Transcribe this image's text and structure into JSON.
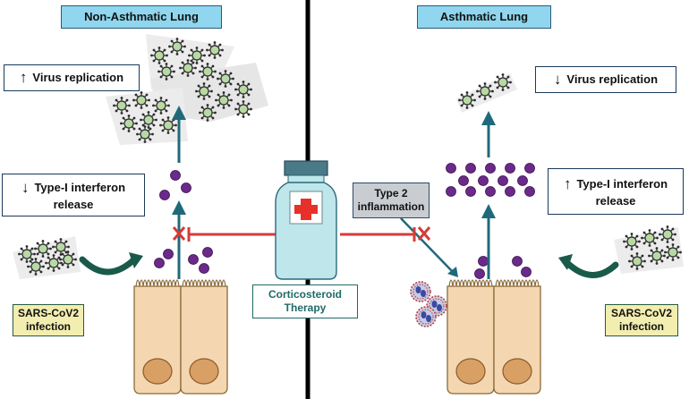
{
  "left": {
    "title": "Non-Asthmatic Lung",
    "virus_box": {
      "arrow": "↑",
      "text": "Virus replication"
    },
    "interferon_box": {
      "arrow": "↓",
      "line1": "Type-I interferon",
      "line2": "release"
    },
    "infection_box": {
      "line1": "SARS-CoV2",
      "line2": "infection"
    }
  },
  "right": {
    "title": "Asthmatic Lung",
    "virus_box": {
      "arrow": "↓",
      "text": "Virus replication"
    },
    "interferon_box": {
      "arrow": "↑",
      "line1": "Type-I interferon",
      "line2": "release"
    },
    "infection_box": {
      "line1": "SARS-CoV2",
      "line2": "infection"
    },
    "type2_box": {
      "line1": "Type 2",
      "line2": "inflammation"
    }
  },
  "center": {
    "therapy_box": {
      "line1": "Corticosteroid",
      "line2": "Therapy"
    }
  },
  "colors": {
    "teal_arrow": "#1f6a7a",
    "inhibit_red": "#d63a3a",
    "interferon_purple": "#6b2a8a",
    "virus_green": "#b7d9a4",
    "cell_fill": "#f4d7b0",
    "nucleus": "#d9a066",
    "divider": "#000000"
  },
  "icons": [
    "virus-icon",
    "interferon-dot-icon",
    "epithelial-cell-icon",
    "vial-icon",
    "eosinophil-icon",
    "inhibition-cross-icon"
  ]
}
